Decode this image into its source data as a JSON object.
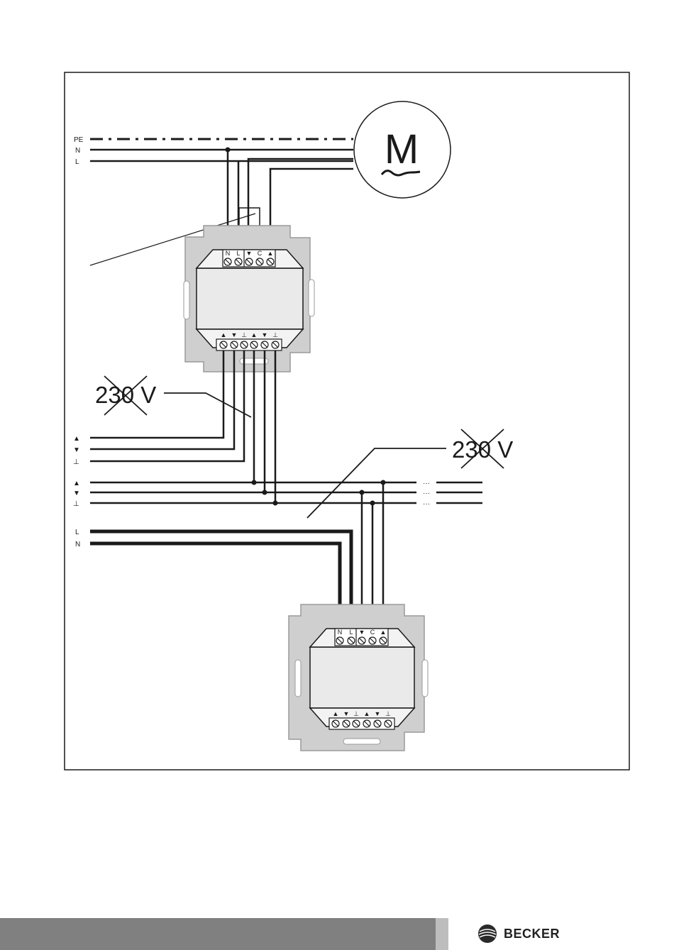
{
  "motor": {
    "symbol": "M",
    "subsymbol": "~"
  },
  "mains_bus": {
    "pe": "PE",
    "n": "N",
    "l": "L"
  },
  "lower_supply": {
    "l": "L",
    "n": "N"
  },
  "control_symbols": {
    "up": "▲",
    "down": "▼",
    "common": "⊥"
  },
  "top_terminals": [
    "N",
    "L",
    "▼",
    "C",
    "▲"
  ],
  "bottom_terminals": [
    "▲",
    "▼",
    "⊥",
    "▲",
    "▼",
    "⊥"
  ],
  "voltage_warning": {
    "left": "230 V",
    "right": "230 V"
  },
  "continuation": "···",
  "brand": {
    "name": "BECKER"
  },
  "colors": {
    "line": "#1a1a1a",
    "switch_face": "#d4d4d4",
    "footer_dark": "#808080",
    "footer_light": "#bdbdbd"
  }
}
